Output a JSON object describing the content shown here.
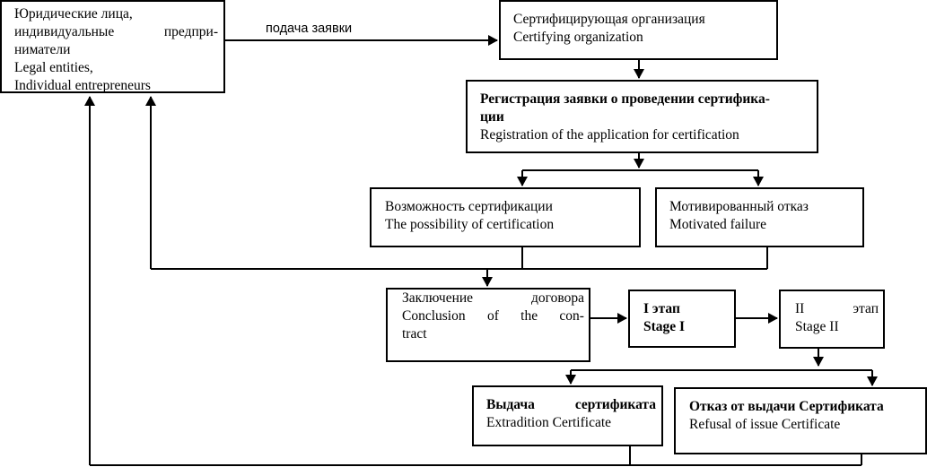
{
  "diagram": {
    "applicants": {
      "ru_line1": "Юридические лица,",
      "ru_line2a": "индивидуальные",
      "ru_line2b": "предпри-",
      "ru_line3": "ниматели",
      "en_line1": "Legal entities,",
      "en_line2": "Individual entrepreneurs"
    },
    "submission_label": "подача заявки",
    "certifying_org": {
      "ru": "Сертифицирующая организация",
      "en": "Certifying organization"
    },
    "registration": {
      "ru_line1": "Регистрация заявки о проведении сертифика-",
      "ru_line2": "ции",
      "en": "Registration of the application for certification"
    },
    "possibility": {
      "ru": "Возможность сертификации",
      "en": "The possibility of certification"
    },
    "motivated_refusal": {
      "ru": "Мотивированный отказ",
      "en": "Motivated failure"
    },
    "contract": {
      "ru_a": "Заключение",
      "ru_b": "договора",
      "en_a": "Conclusion",
      "en_b": "of",
      "en_c": "the",
      "en_d": "con-",
      "en_line3": "tract"
    },
    "stage1": {
      "ru": "I этап",
      "en": "Stage I"
    },
    "stage2": {
      "ru_a": "II",
      "ru_b": "этап",
      "en": "Stage II"
    },
    "issue": {
      "ru_a": "Выдача",
      "ru_b": "сертификата",
      "en": "Extradition Certificate"
    },
    "refusal_issue": {
      "ru": "Отказ от выдачи Сертификата",
      "en": "Refusal of issue Certificate"
    },
    "colors": {
      "stroke": "#000000",
      "background": "#ffffff"
    }
  }
}
